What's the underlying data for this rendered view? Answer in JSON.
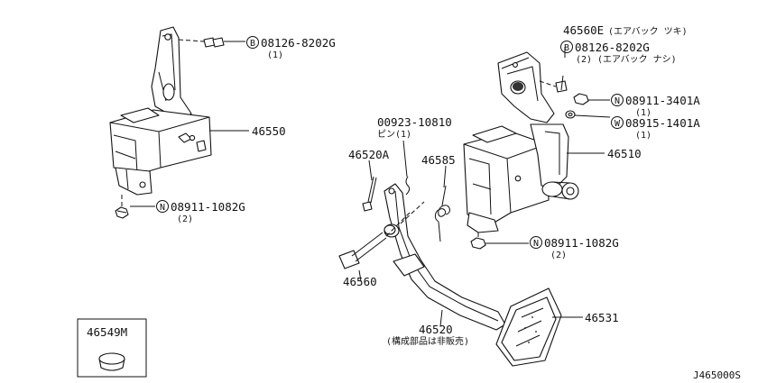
{
  "diagram_code": "J465000S",
  "left_bracket": {
    "part_no": "46550",
    "bolt": {
      "symbol": "B",
      "part_no": "08126-8202G",
      "qty": "(1)"
    },
    "nut": {
      "symbol": "N",
      "part_no": "08911-1082G",
      "qty": "(2)"
    }
  },
  "right_assembly": {
    "bracket_part_no": "46510",
    "airbag_bracket": {
      "part_no": "46560E",
      "note": "(エアバック ツキ)"
    },
    "bolt": {
      "symbol": "B",
      "part_no": "08126-8202G",
      "qty": "(2)",
      "note": "(エアバック ナシ)"
    },
    "nut_upper": {
      "symbol": "N",
      "part_no": "08911-3401A",
      "qty": "(1)"
    },
    "washer": {
      "symbol": "W",
      "part_no": "08915-1401A",
      "qty": "(1)"
    },
    "nut_lower": {
      "symbol": "N",
      "part_no": "08911-1082G",
      "qty": "(2)"
    }
  },
  "pin": {
    "part_no": "00923-10810",
    "label": "ピン(1)"
  },
  "bushing": {
    "part_no": "46520A"
  },
  "spring": {
    "part_no": "46585"
  },
  "bolt_pivot": {
    "part_no": "46560"
  },
  "pedal": {
    "part_no": "46520",
    "note": "(構成部品は非販売)"
  },
  "pedal_pad": {
    "part_no": "46531"
  },
  "stopper_box": {
    "part_no": "46549M"
  }
}
